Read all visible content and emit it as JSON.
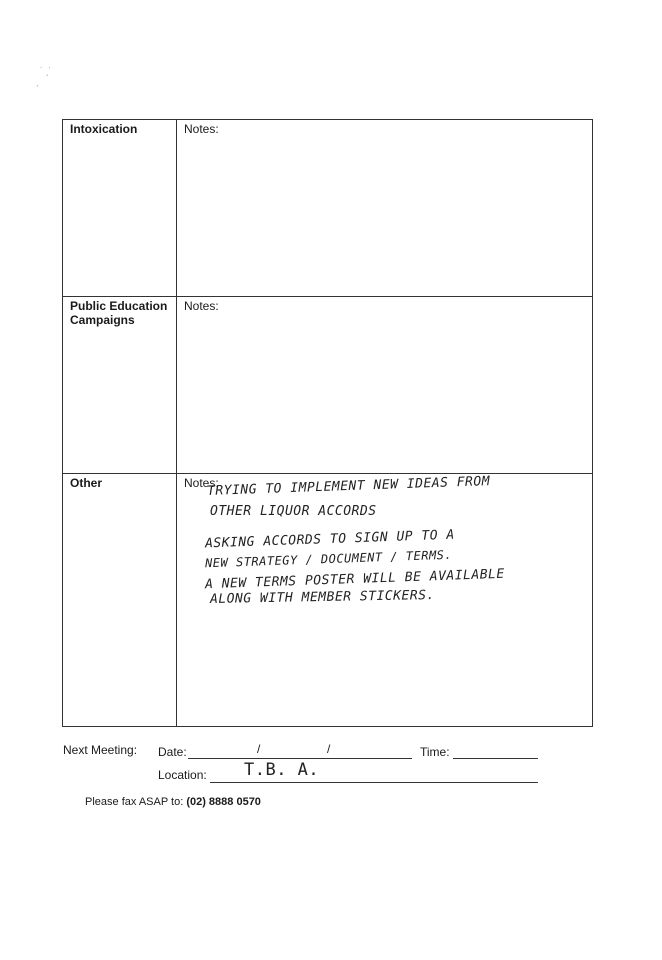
{
  "sections": [
    {
      "label": "Intoxication",
      "notes_label": "Notes:"
    },
    {
      "label": "Public Education",
      "label2": "Campaigns",
      "notes_label": "Notes:"
    },
    {
      "label": "Other",
      "notes_label": "Notes:"
    }
  ],
  "handwriting": [
    "TRYING TO IMPLEMENT NEW IDEAS FROM",
    "OTHER LIQUOR ACCORDS",
    "ASKING ACCORDS TO SIGN UP TO A",
    "NEW STRATEGY / DOCUMENT / TERMS.",
    "A NEW TERMS POSTER WILL BE AVAILABLE",
    "ALONG WITH MEMBER STICKERS."
  ],
  "footer": {
    "next_meeting": "Next Meeting:",
    "date_label": "Date:",
    "date_sep": "/",
    "time_label": "Time:",
    "location_label": "Location:",
    "location_value": "T.B. A.",
    "fax_prefix": "Please fax ASAP to: ",
    "fax_number": "(02) 8888 0570"
  }
}
